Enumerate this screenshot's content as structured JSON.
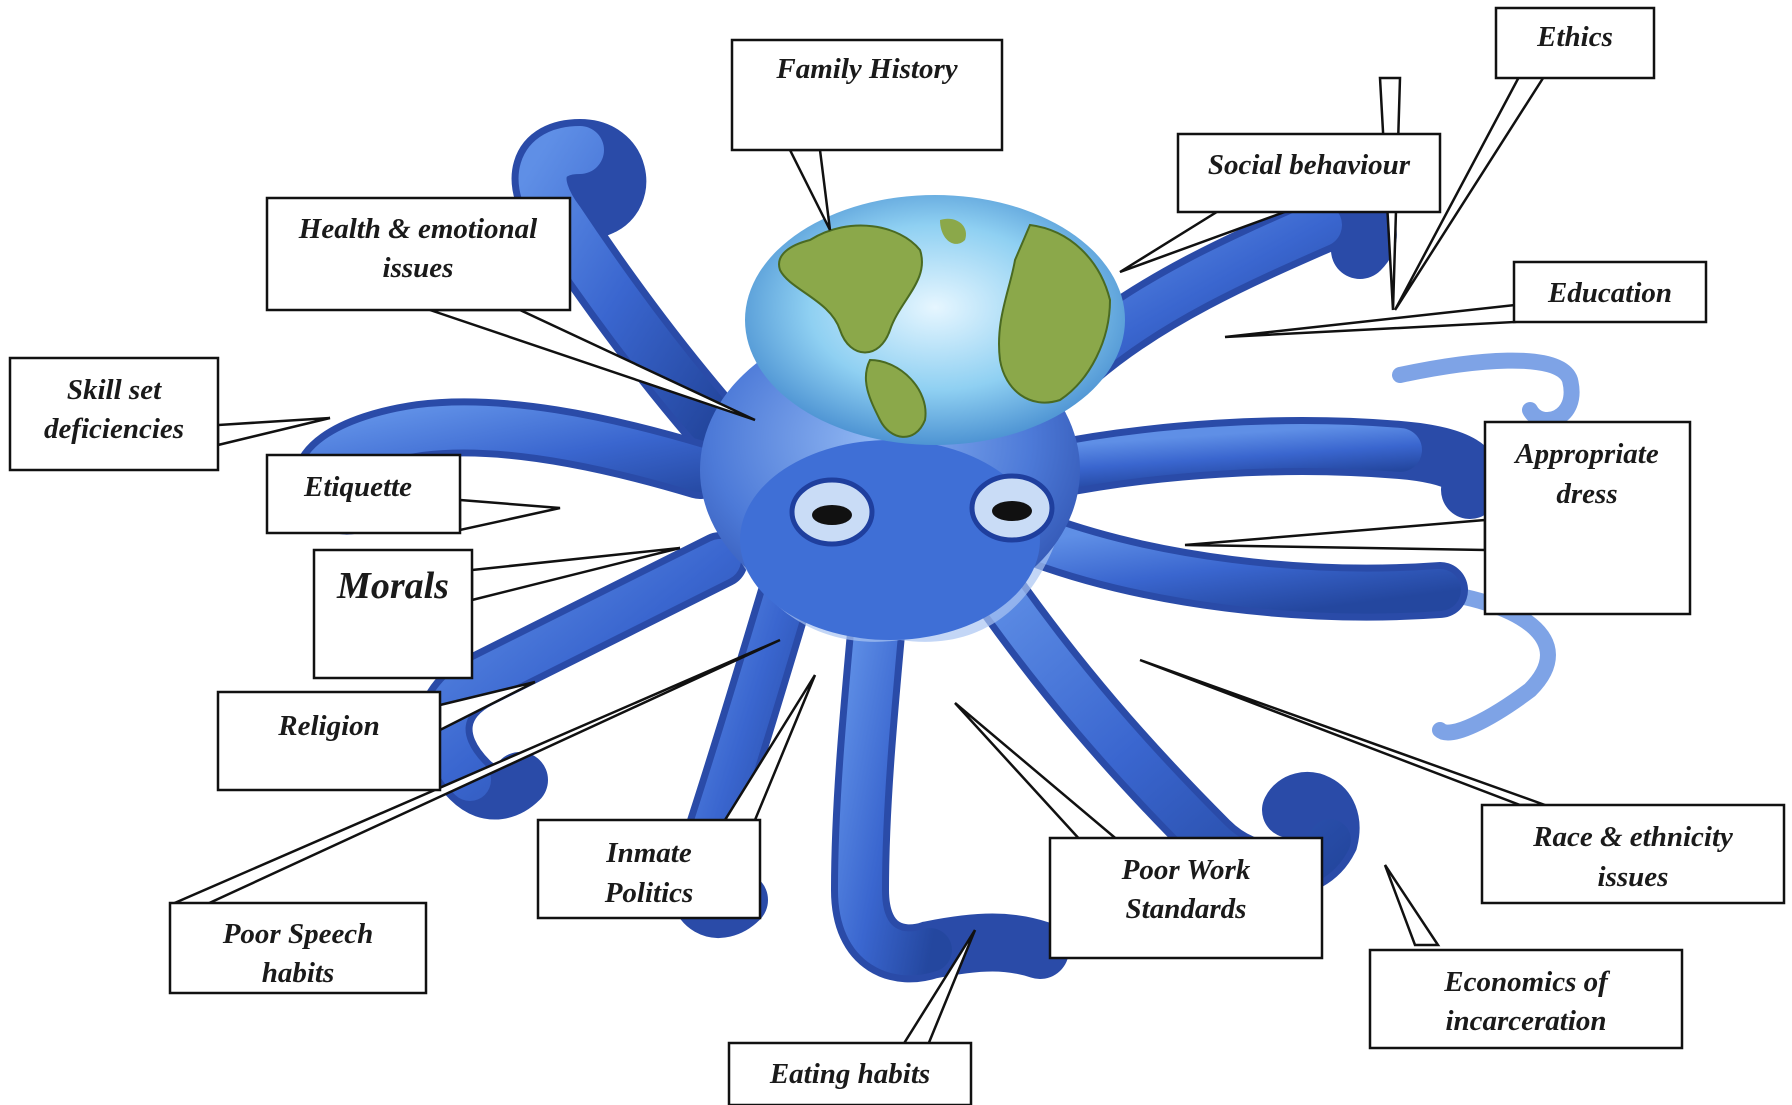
{
  "diagram": {
    "labels": {
      "family_history": [
        "Family History"
      ],
      "ethics": [
        "Ethics"
      ],
      "social_behaviour": [
        "Social behaviour"
      ],
      "health_emotional": [
        "Health & emotional",
        "issues"
      ],
      "education": [
        "Education"
      ],
      "skill_set": [
        "Skill set",
        "deficiencies"
      ],
      "etiquette": [
        "Etiquette"
      ],
      "appropriate_dress": [
        "Appropriate",
        "dress"
      ],
      "morals": [
        "Morals"
      ],
      "religion": [
        "Religion"
      ],
      "inmate_politics": [
        "Inmate",
        "Politics"
      ],
      "poor_work": [
        "Poor Work",
        "Standards"
      ],
      "race_ethnicity": [
        "Race & ethnicity",
        "issues"
      ],
      "poor_speech": [
        "Poor Speech",
        "habits"
      ],
      "economics": [
        "Economics of",
        "incarceration"
      ],
      "eating_habits": [
        "Eating habits"
      ]
    },
    "colors": {
      "octopus_dark": "#1f3f9e",
      "octopus_mid": "#3f6fd6",
      "octopus_light": "#8fb4f0",
      "ocean": "#7cc4ec",
      "land": "#8ba84a",
      "box_border": "#111111",
      "box_fill": "#ffffff"
    }
  }
}
